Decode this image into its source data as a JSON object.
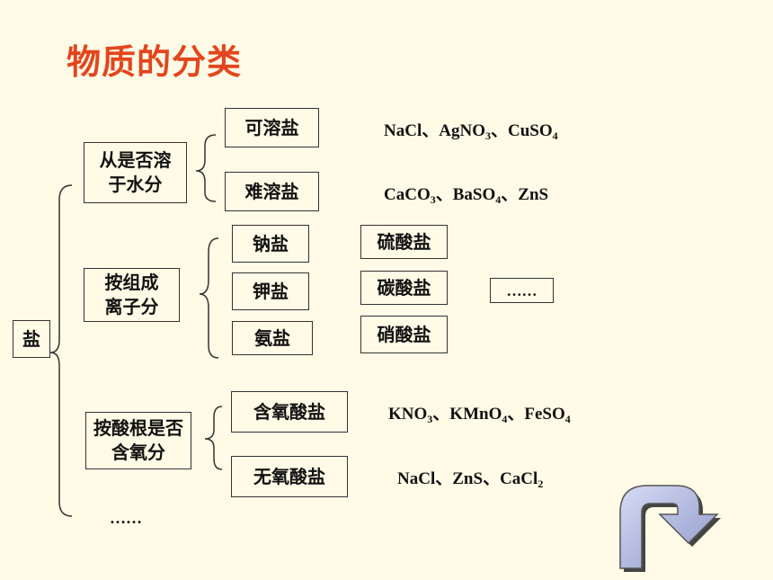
{
  "title": "物质的分类",
  "root": "盐",
  "categories": {
    "solubility": {
      "label": "从是否溶于水分",
      "items": [
        "可溶盐",
        "难溶盐"
      ]
    },
    "ion": {
      "label": "按组成离子分",
      "items": [
        "钠盐",
        "钾盐",
        "氨盐"
      ],
      "sub_items": [
        "硫酸盐",
        "碳酸盐",
        "硝酸盐"
      ],
      "ellipsis": "……"
    },
    "oxygen": {
      "label": "按酸根是否含氧分",
      "items": [
        "含氧酸盐",
        "无氧酸盐"
      ]
    }
  },
  "examples": {
    "soluble": [
      "NaCl",
      "、",
      "AgNO",
      "3",
      "、",
      "CuSO",
      "4"
    ],
    "insoluble": [
      "CaCO",
      "3",
      "、",
      "BaSO",
      "4",
      "、",
      "ZnS"
    ],
    "oxy": [
      "KNO",
      "3",
      "、",
      "KMnO",
      "4",
      "、",
      "FeSO",
      "4"
    ],
    "nonoxy": [
      "NaCl",
      "、",
      "ZnS",
      "、",
      "CaCl",
      "2"
    ]
  },
  "more": "……",
  "arrow_icon": "return-arrow-icon"
}
